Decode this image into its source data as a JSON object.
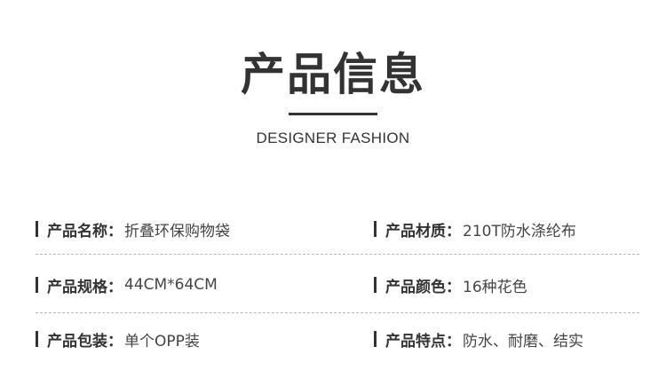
{
  "header": {
    "title": "产品信息",
    "subtitle": "DESIGNER FASHION"
  },
  "specs": [
    {
      "label": "产品名称：",
      "value": "折叠环保购物袋"
    },
    {
      "label": "产品材质：",
      "value": "210T防水涤纶布"
    },
    {
      "label": "产品规格：",
      "value": "44CM*64CM"
    },
    {
      "label": "产品颜色：",
      "value": "16种花色"
    },
    {
      "label": "产品包装：",
      "value": "单个OPP装"
    },
    {
      "label": "产品特点：",
      "value": "防水、耐磨、结实"
    }
  ]
}
